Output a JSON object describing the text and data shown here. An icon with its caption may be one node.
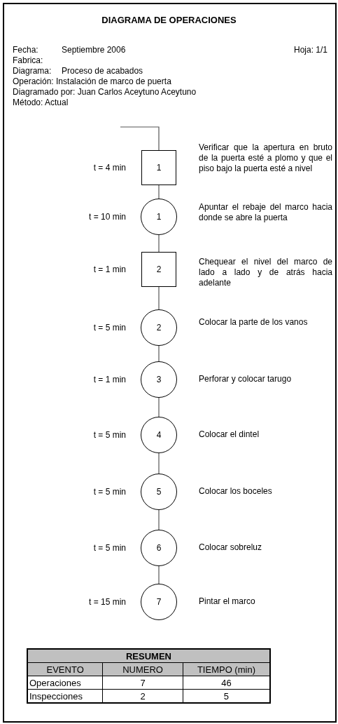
{
  "diagram": {
    "title": "DIAGRAMA DE OPERACIONES",
    "nodes": [
      {
        "text": [
          "1"
        ],
        "beside": [
          "t = 4 min",
          "Verificar que la apertura en bruto de la puerta esté a plomo y que el piso bajo la puerta esté a nivel"
        ]
      },
      {
        "text": [
          "1"
        ],
        "beside": [
          "t = 10 min",
          "Apuntar el rebaje del marco hacia donde se abre la puerta"
        ]
      },
      {
        "text": [
          "2"
        ],
        "beside": [
          "t = 1 min",
          "Chequear el nivel del marco de lado a lado y de atrás hacia adelante"
        ]
      },
      {
        "text": [
          "2"
        ],
        "beside": [
          "t = 5 min",
          "Colocar la parte de los vanos"
        ]
      },
      {
        "text": [
          "3"
        ],
        "beside": [
          "t = 1 min",
          "Perforar y colocar tarugo"
        ]
      },
      {
        "text": [
          "4"
        ],
        "beside": [
          "t = 5 min",
          "Colocar el dintel"
        ]
      },
      {
        "text": [
          "5"
        ],
        "beside": [
          "t = 5 min",
          "Colocar los boceles"
        ]
      },
      {
        "text": [
          "6"
        ],
        "beside": [
          "t = 5 min",
          "Colocar sobreluz"
        ]
      },
      {
        "text": [
          "7"
        ],
        "beside": [
          "t = 15 min",
          "Pintar el marco"
        ]
      }
    ],
    "edges": [
      {
        "from": null,
        "to": 0,
        "arrow": "none"
      },
      {
        "from": 0,
        "to": 1,
        "arrow": "none"
      },
      {
        "from": 1,
        "to": 2,
        "arrow": "none"
      },
      {
        "from": 2,
        "to": 3,
        "arrow": "none"
      },
      {
        "from": 3,
        "to": 4,
        "arrow": "none"
      },
      {
        "from": 4,
        "to": 5,
        "arrow": "none"
      },
      {
        "from": 5,
        "to": 6,
        "arrow": "none"
      },
      {
        "from": 6,
        "to": 7,
        "arrow": "none"
      },
      {
        "from": 7,
        "to": 8,
        "arrow": "none"
      }
    ],
    "labels": [
      "Fecha:",
      "Septiembre 2006",
      "Hoja: 1/1",
      "Fabrica:",
      "Diagrama:",
      "Proceso de acabados",
      "Operación: Instalación de marco de puerta",
      "Diagramado por: Juan Carlos Aceytuno Aceytuno",
      "Método: Actual",
      "RESUMEN",
      "EVENTO",
      "NUMERO",
      "TIEMPO (min)",
      "Operaciones",
      "7",
      "46",
      "Inspecciones",
      "2",
      "5"
    ]
  }
}
